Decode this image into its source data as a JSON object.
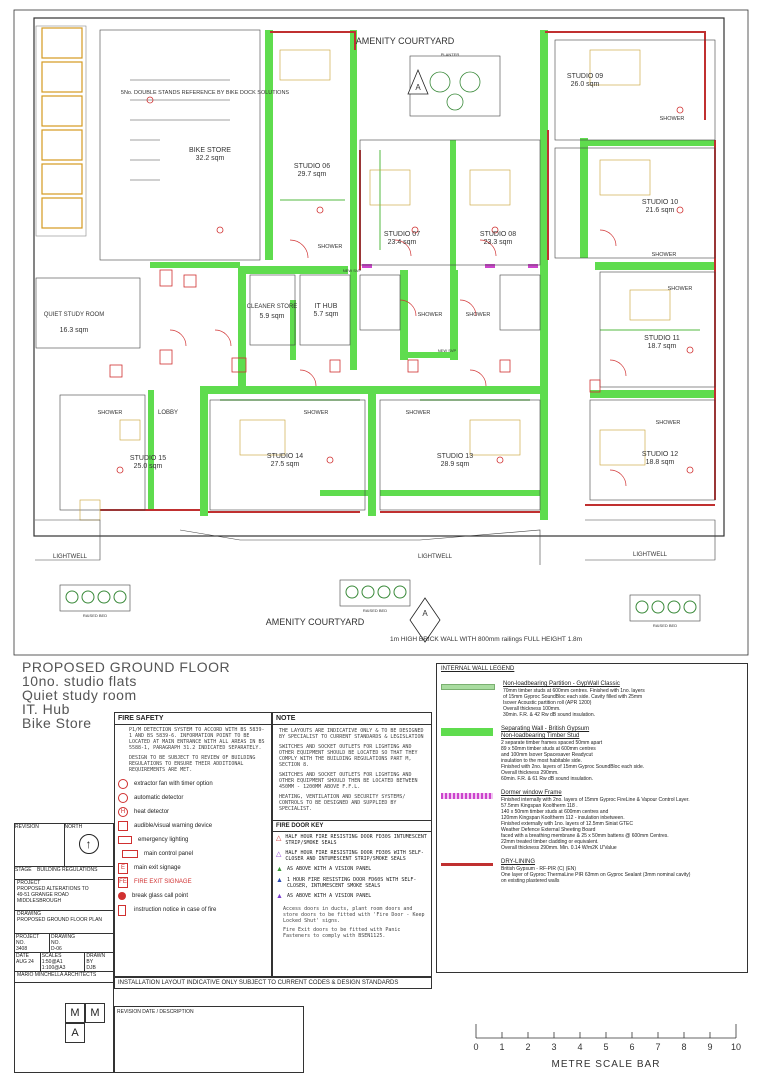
{
  "drawing": {
    "title_lines": [
      "PROPOSED GROUND FLOOR",
      "10no. studio flats",
      "Quiet study room",
      "IT. Hub",
      "Bike Store"
    ],
    "rooms": [
      {
        "name": "BIKE STORE",
        "area": "32.2 sqm"
      },
      {
        "name": "QUIET STUDY ROOM",
        "area": "16.3 sqm"
      },
      {
        "name": "STUDIO 06",
        "area": "29.7 sqm"
      },
      {
        "name": "STUDIO 07",
        "area": "23.4 sqm"
      },
      {
        "name": "STUDIO 08",
        "area": "23.3 sqm"
      },
      {
        "name": "STUDIO 09",
        "area": "26.0 sqm"
      },
      {
        "name": "STUDIO 10",
        "area": "21.6 sqm"
      },
      {
        "name": "STUDIO 11",
        "area": "18.7 sqm"
      },
      {
        "name": "STUDIO 12",
        "area": "18.8 sqm"
      },
      {
        "name": "STUDIO 13",
        "area": "28.9 sqm"
      },
      {
        "name": "STUDIO 14",
        "area": "27.5 sqm"
      },
      {
        "name": "STUDIO 15",
        "area": "25.0 sqm"
      },
      {
        "name": "CLEANER STORE",
        "area": "5.9 sqm"
      },
      {
        "name": "IT HUB",
        "area": "5.7 sqm"
      }
    ],
    "labels": {
      "amenity_top": "AMENITY COURTYARD",
      "amenity_bottom": "AMENITY COURTYARD",
      "lightwell": "LIGHTWELL",
      "lobby": "LOBBY",
      "shower": "SHOWER",
      "raised_bed": "RAISED BED",
      "bike_stands": "5No. DOUBLE STANDS REFERENCE BY BIKE DOCK SOLUTIONS",
      "wall_note": "1m HIGH BRICK WALL WITH 800mm railings FULL HEIGHT 1.8m",
      "section_marker": "A",
      "new_svp": "NEW SVP",
      "planter": "PLANTER"
    }
  },
  "fire_safety": {
    "heading": "FIRE SAFETY",
    "intro": "P1/M DETECTION SYSTEM TO ACCORD WITH BS 5839-1 AND BS 5839-6. INFORMATION POINT TO BE LOCATED AT MAIN ENTRANCE WITH ALL AREAS IN BS 5588-1, PARAGRAPH 31.2 INDICATED SEPARATELY.",
    "intro2": "DESIGN TO BE SUBJECT TO REVIEW OF BUILDING REGULATIONS TO ENSURE THEIR ADDITIONAL REQUIREMENTS ARE MET.",
    "items": [
      {
        "symbol": "extractor-fan",
        "label": "extractor fan with timer option"
      },
      {
        "symbol": "auto-detector",
        "label": "automatic detector"
      },
      {
        "symbol": "heat-detector",
        "label": "heat detector"
      },
      {
        "symbol": "audible-warning",
        "label": "audible/visual warning device"
      },
      {
        "symbol": "emergency-lighting",
        "label": "emergency lighting"
      },
      {
        "symbol": "control-panel",
        "label": "main control panel"
      },
      {
        "symbol": "exit-signage",
        "label": "main exit signage"
      },
      {
        "symbol": "fire-exit",
        "label": "FIRE EXIT SIGNAGE"
      },
      {
        "symbol": "break-glass",
        "label": "break glass call point"
      },
      {
        "symbol": "instruction-notice",
        "label": "instruction notice in case of fire"
      }
    ],
    "footer": "INSTALLATION LAYOUT INDICATIVE ONLY SUBJECT TO CURRENT CODES & DESIGN STANDARDS"
  },
  "note": {
    "heading": "NOTE",
    "lines": [
      "THE LAYOUTS ARE INDICATIVE ONLY & TO BE DESIGNED BY SPECIALIST TO CURRENT STANDARDS & LEGISLATION",
      "SWITCHES AND SOCKET OUTLETS FOR LIGHTING AND OTHER EQUIPMENT SHOULD BE LOCATED SO THAT THEY COMPLY WITH THE BUILDING REGULATIONS PART M, SECTION 8.",
      "SWITCHES AND SOCKET OUTLETS FOR LIGHTING AND OTHER EQUIPMENT SHOULD THEN BE LOCATED BETWEEN 450MM - 1200MM ABOVE F.F.L.",
      "HEATING, VENTILATION AND SECURITY SYSTEMS/ CONTROLS TO BE DESIGNED AND SUPPLIED BY SPECIALIST."
    ],
    "fire_door_heading": "FIRE DOOR KEY",
    "fire_doors": [
      "HALF HOUR FIRE RESISTING DOOR FD30S INTUMESCENT STRIP/SMOKE SEALS",
      "HALF HOUR FIRE RESISTING DOOR FD30S WITH SELF-CLOSER AND INTUMESCENT STRIP/SMOKE SEALS",
      "AS ABOVE WITH A VISION PANEL",
      "1 HOUR FIRE RESISTING DOOR FD60S WITH SELF-CLOSER, INTUMESCENT SMOKE SEALS",
      "AS ABOVE WITH A VISION PANEL"
    ],
    "door_notes": "Access doors in ducts, plant room doors and store doors to be fitted with 'Fire Door - Keep Locked Shut' signs.",
    "door_notes2": "Fire Exit doors to be fitted with Panic Fasteners to comply with BSEN1125."
  },
  "wall_legend": {
    "heading": "INTERNAL WALL LEGEND",
    "entries": [
      {
        "title": "Non-loadbearing Partition - GypWall Classic",
        "color": "#a9dca0",
        "lines": [
          "70mm timber studs at 600mm centres. Finished with 1no. layers",
          "of 15mm Gyproc SoundBloc each side. Cavity filled with 25mm",
          "Isover Acoustic partition roll (APR 1200)",
          "Overall thickness 100mm.",
          "30min. F.R. & 42 Rw dB sound insulation."
        ]
      },
      {
        "title": "Separating Wall - British Gypsum",
        "subtitle": "Non-loadbearing Timber Stud",
        "color": "#5fdc4e",
        "lines": [
          "2 separate timber frames spaced 50mm apart",
          "89 x 50mm timber studs at 600mm centres",
          "and 100mm Isover Spacesaver Readycut",
          "insulation to the most habitable side.",
          "Finished with 2no. layers of 15mm Gyproc SoundBloc each side.",
          "Overall thickness 290mm.",
          "60min. F.R. & 61 Rw dB sound insulation."
        ]
      },
      {
        "title": "Dormer window Frame",
        "color": "#cc44cc",
        "lines": [
          "Finished internally with 2no. layers of 15mm Gyproc FireLine & Vapour Control Layer.",
          "57.5mm Kingspan Kooltherm 118 .",
          "140 x 50mm timber studs at 600mm centres and",
          "120mm Kingspan Kooltherm 112 - insulation inbetween.",
          "Finished externally with 1no. layers of 12.5mm Siniat GTEC",
          "Weather Defence External Sheeting Board",
          "faced with a breathing membrane & 25 x 50mm battens @ 600mm Centres.",
          "22mm treated timber cladding or equivalent.",
          "Overall thickness 290mm. Min. 0.14 W/m2K U'Value"
        ]
      },
      {
        "title": "DRY-LINING",
        "color": "#c03030",
        "lines": [
          "British Gypsum - RF-PIR (C) (EN)",
          "One layer of Gyproc ThermaLine PIR 63mm on Gyproc Sealant (3mm nominal cavity)",
          "on existing plastered walls"
        ]
      }
    ]
  },
  "title_block": {
    "revision_label": "REVISION",
    "north_label": "NORTH",
    "stage_label": "STAGE",
    "stage_value": "BUILDING REGULATIONS",
    "project_label": "PROJECT",
    "project_lines": [
      "PROPOSED ALTERATIONS TO",
      "49-51 GRANGE ROAD",
      "MIDDLESBROUGH"
    ],
    "drawing_label": "DRAWING",
    "drawing_value": "PROPOSED GROUND FLOOR PLAN",
    "project_no_label": "PROJECT NO.",
    "project_no": "3408",
    "drawing_no_label": "DRAWING NO.",
    "drawing_no": "D-06",
    "date_label": "DATE",
    "date_value": "AUG 24",
    "scales_label": "SCALES",
    "scales_value": "1:50@A1 1:100@A3",
    "drawn_label": "DRAWN BY",
    "drawn_value": "DJB",
    "practice": "MARIO MINCHELLA ARCHITECTS",
    "logo_letters": [
      "M",
      "M",
      "A"
    ],
    "revision_date_desc": "REVISION DATE / DESCRIPTION"
  },
  "scale_bar": {
    "title": "METRE SCALE BAR",
    "ticks": [
      "0",
      "1",
      "2",
      "3",
      "4",
      "5",
      "6",
      "7",
      "8",
      "9",
      "10"
    ]
  },
  "colors": {
    "separating_wall": "#5fdc4e",
    "partition": "#a9dca0",
    "dry_lining": "#c03030",
    "dormer": "#cc44cc",
    "fire_red": "#d03030",
    "line": "#333333"
  }
}
